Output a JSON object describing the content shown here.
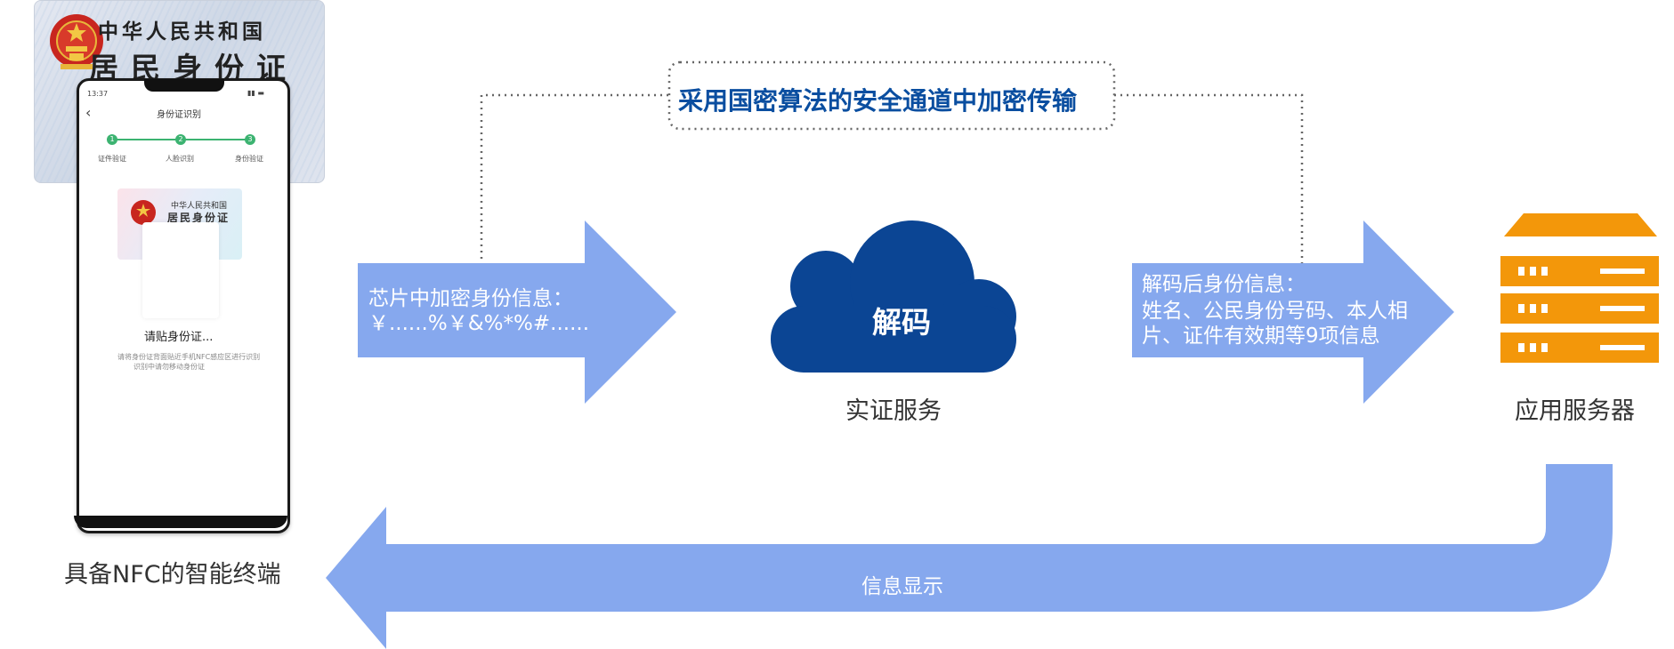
{
  "id_card": {
    "country": "中华人民共和国",
    "title": "居民身份证"
  },
  "phone": {
    "status_time": "13:37",
    "screen_title": "身份证识别",
    "steps": [
      {
        "number": "1",
        "label": "证件验证"
      },
      {
        "number": "2",
        "label": "人脸识别"
      },
      {
        "number": "3",
        "label": "身份验证"
      }
    ],
    "mini_card_country": "中华人民共和国",
    "mini_card_title": "居民身份证",
    "prompt": "请贴身份证...",
    "hint_line1": "请将身份证背面贴近手机NFC感应区进行识别",
    "hint_line2": "识别中请勿移动身份证"
  },
  "labels": {
    "terminal": "具备NFC的智能终端",
    "service": "实证服务",
    "server": "应用服务器"
  },
  "banner": "采用国密算法的安全通道中加密传输",
  "cloud_text": "解码",
  "arrow_in": {
    "line1": "芯片中加密身份信息：",
    "line2": "￥......%￥&%*%#......"
  },
  "arrow_out": {
    "line1": "解码后身份信息：",
    "line2": "姓名、公民身份号码、本人相",
    "line3": "片、证件有效期等9项信息"
  },
  "return_arrow": "信息显示",
  "colors": {
    "arrow": "#86a8ee",
    "cloud": "#0b4594",
    "server": "#f3970a",
    "banner_text": "#0a4ea0",
    "step_green": "#3cb371"
  },
  "icons": {
    "emblem": "national-emblem-icon",
    "cloud": "cloud-icon",
    "server": "server-icon"
  }
}
